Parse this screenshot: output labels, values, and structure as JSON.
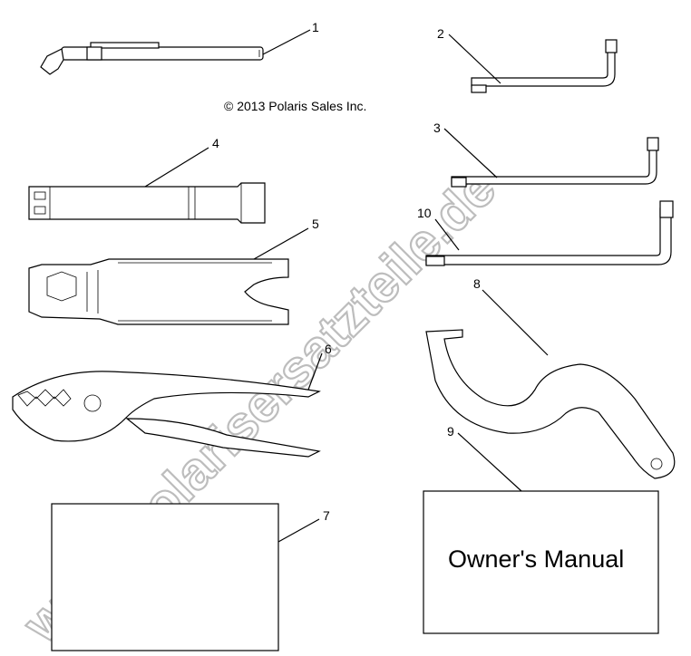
{
  "copyright": "© 2013 Polaris Sales Inc.",
  "watermark": "www.polarisersatzteile.de",
  "manual_label": "Owner's Manual",
  "callouts": {
    "c1": "1",
    "c2": "2",
    "c3": "3",
    "c4": "4",
    "c5": "5",
    "c6": "6",
    "c7": "7",
    "c8": "8",
    "c9": "9",
    "c10": "10"
  }
}
